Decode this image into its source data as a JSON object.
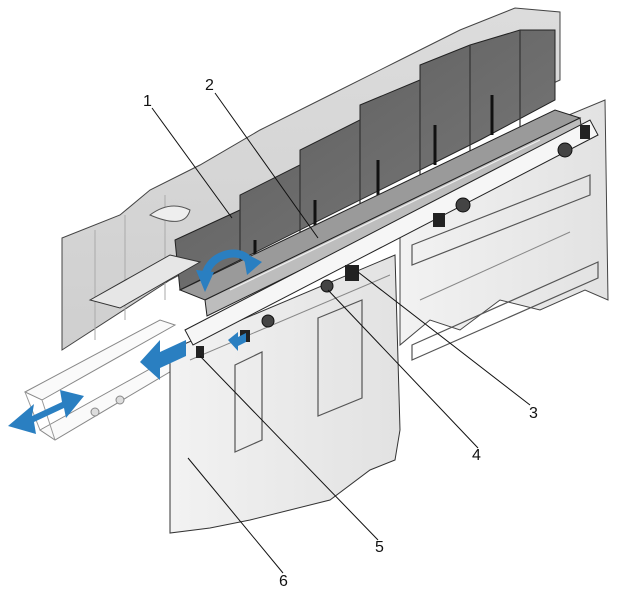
{
  "callouts": [
    {
      "id": "1",
      "label": "1"
    },
    {
      "id": "2",
      "label": "2"
    },
    {
      "id": "3",
      "label": "3"
    },
    {
      "id": "4",
      "label": "4"
    },
    {
      "id": "5",
      "label": "5"
    },
    {
      "id": "6",
      "label": "6"
    }
  ],
  "colors": {
    "arrow": "#2a7fc1",
    "chassis_dark": "#6e6e6e",
    "chassis_light": "#ececec",
    "outline": "#2b2b2b"
  }
}
